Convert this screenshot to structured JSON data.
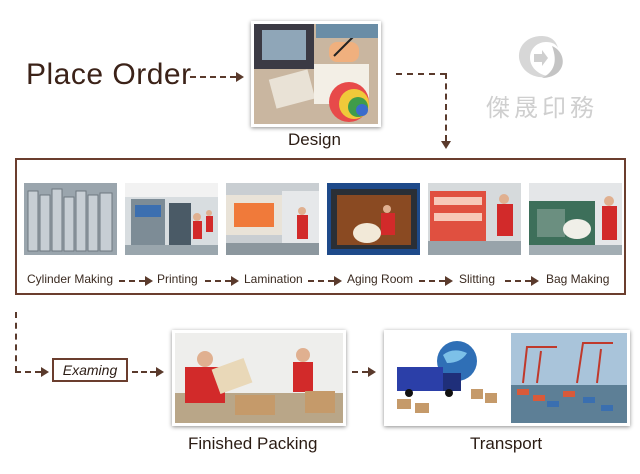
{
  "start": {
    "label": "Place Order"
  },
  "design": {
    "label": "Design"
  },
  "logo": {
    "text": "傑晟印務"
  },
  "process_steps": [
    {
      "label": "Cylinder Making"
    },
    {
      "label": "Printing"
    },
    {
      "label": "Lamination"
    },
    {
      "label": "Aging Room"
    },
    {
      "label": "Slitting"
    },
    {
      "label": "Bag Making"
    }
  ],
  "examing": {
    "label": "Examing"
  },
  "finished_packing": {
    "label": "Finished Packing"
  },
  "transport": {
    "label": "Transport"
  },
  "colors": {
    "brown": "#5a3a2c",
    "border": "#6b3e2e"
  }
}
